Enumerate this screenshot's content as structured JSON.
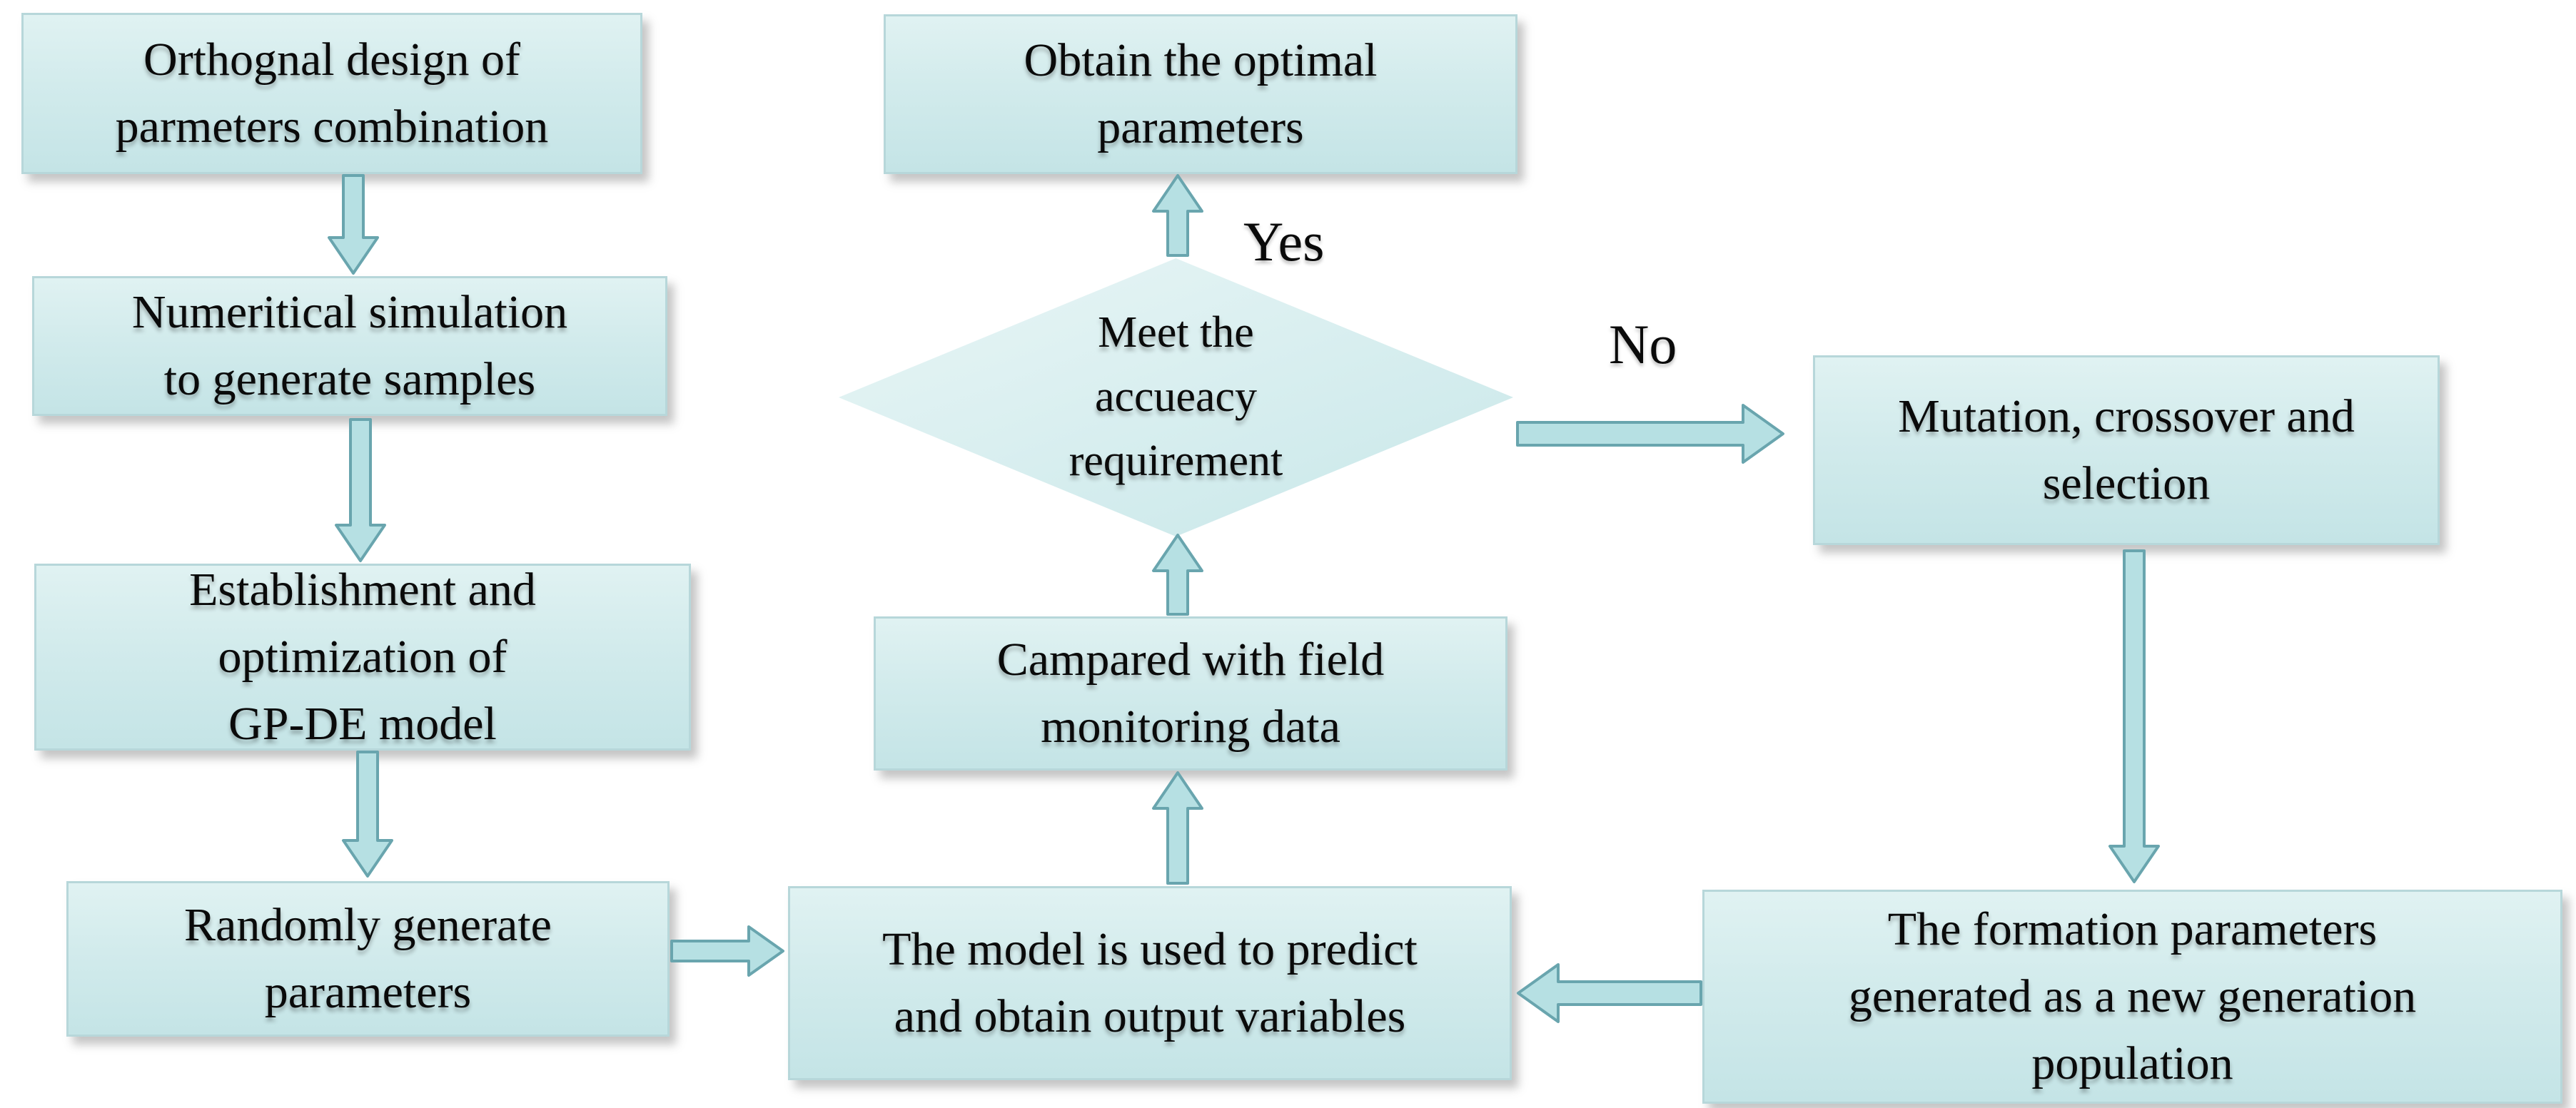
{
  "palette": {
    "page_bg": "#ffffff",
    "box_fill_top": "#e0f2f2",
    "box_fill_bottom": "#c4e4e6",
    "box_border": "#b7d7da",
    "diamond_fill_top": "#e9f6f6",
    "diamond_fill_bottom": "#c8e7e9",
    "arrow_fill": "#b6e0e3",
    "arrow_stroke": "#69a5ae",
    "text_color": "#0a0a0a"
  },
  "nodes": [
    {
      "id": "orthogonal-design",
      "shape": "rect",
      "label": "Orthognal design of\nparmeters combination"
    },
    {
      "id": "numerical-simulation",
      "shape": "rect",
      "label": "Numeritical simulation\nto generate samples"
    },
    {
      "id": "establishment-gpde",
      "shape": "rect",
      "label": "Establishment and\noptimization of\nGP-DE model"
    },
    {
      "id": "randomly-generate",
      "shape": "rect",
      "label": "Randomly generate\nparameters"
    },
    {
      "id": "model-predict",
      "shape": "rect",
      "label": "The model is used to predict\nand obtain output variables"
    },
    {
      "id": "compared-field",
      "shape": "rect",
      "label": "Campared with field\nmonitoring data"
    },
    {
      "id": "accuracy-decision",
      "shape": "diamond",
      "label": "Meet the\naccueacy\nrequirement"
    },
    {
      "id": "optimal-parameters",
      "shape": "rect",
      "label": "Obtain the optimal\nparameters"
    },
    {
      "id": "mutation-crossover",
      "shape": "rect",
      "label": "Mutation, crossover and\nselection"
    },
    {
      "id": "new-generation",
      "shape": "rect",
      "label": "The formation parameters\ngenerated as a new generation\npopulation"
    }
  ],
  "labels": {
    "yes": "Yes",
    "no": "No"
  },
  "edges": [
    {
      "from": "orthogonal-design",
      "to": "numerical-simulation",
      "label": ""
    },
    {
      "from": "numerical-simulation",
      "to": "establishment-gpde",
      "label": ""
    },
    {
      "from": "establishment-gpde",
      "to": "randomly-generate",
      "label": ""
    },
    {
      "from": "randomly-generate",
      "to": "model-predict",
      "label": ""
    },
    {
      "from": "model-predict",
      "to": "compared-field",
      "label": ""
    },
    {
      "from": "compared-field",
      "to": "accuracy-decision",
      "label": ""
    },
    {
      "from": "accuracy-decision",
      "to": "optimal-parameters",
      "label": "Yes"
    },
    {
      "from": "accuracy-decision",
      "to": "mutation-crossover",
      "label": "No"
    },
    {
      "from": "mutation-crossover",
      "to": "new-generation",
      "label": ""
    },
    {
      "from": "new-generation",
      "to": "model-predict",
      "label": ""
    }
  ]
}
